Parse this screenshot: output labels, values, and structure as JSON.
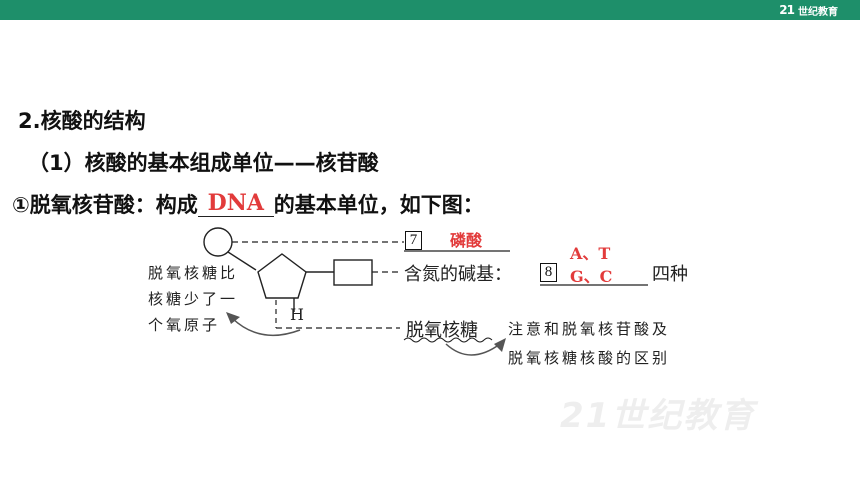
{
  "header": {
    "logo_mark": "21",
    "logo_text": "世纪教育"
  },
  "content": {
    "heading": "2.核酸的结构",
    "subheading": "（1）核酸的基本组成单位——核苷酸",
    "line3_before": "①脱氧核苷酸：构成",
    "line3_answer": "DNA",
    "line3_after": "的基本单位，如下图："
  },
  "diagram": {
    "box_7": "7",
    "phosphate_answer": "磷酸",
    "box_8": "8",
    "base_label": "含氮的碱基：",
    "base_answer_line1": "A、T",
    "base_answer_line2": "G、C",
    "four_kinds": "四种",
    "h_label": "H",
    "sugar_label": "脱氧核糖",
    "left_note_line1": "脱氧核糖比",
    "left_note_line2": "核糖少了一",
    "left_note_line3": "个氧原子",
    "right_note_line1": "注意和脱氧核苷酸及",
    "right_note_line2": "脱氧核糖核酸的区别"
  },
  "colors": {
    "header_bar": "#1e8f6a",
    "answer": "#e23b3b"
  },
  "watermark": "21世纪教育"
}
